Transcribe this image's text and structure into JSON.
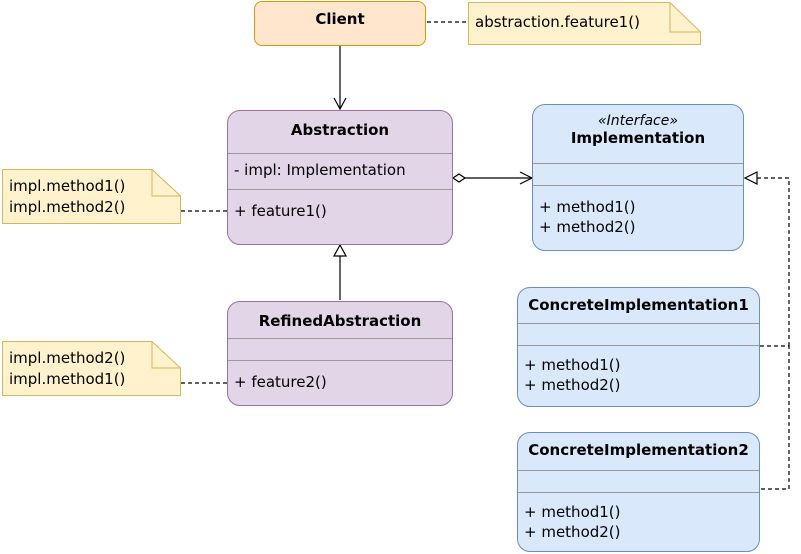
{
  "client": {
    "name": "Client"
  },
  "client_note": {
    "text": "abstraction.feature1()"
  },
  "abstraction": {
    "name": "Abstraction",
    "attribute": "- impl: Implementation",
    "method": "+ feature1()"
  },
  "refined_abstraction": {
    "name": "RefinedAbstraction",
    "method": "+ feature2()"
  },
  "implementation": {
    "stereotype": "«Interface»",
    "name": "Implementation",
    "methods": [
      "+ method1()",
      "+ method2()"
    ]
  },
  "concrete1": {
    "name": "ConcreteImplementation1",
    "methods": [
      "+ method1()",
      "+ method2()"
    ]
  },
  "concrete2": {
    "name": "ConcreteImplementation2",
    "methods": [
      "+ method1()",
      "+ method2()"
    ]
  },
  "note_abstraction": {
    "lines": [
      "impl.method1()",
      "impl.method2()"
    ]
  },
  "note_refined": {
    "lines": [
      "impl.method2()",
      "impl.method1()"
    ]
  },
  "colors": {
    "abstraction_fill": "#e1d5e7",
    "implementation_fill": "#dae8fc",
    "client_fill": "#ffe6cc",
    "note_fill": "#fff2cc"
  }
}
